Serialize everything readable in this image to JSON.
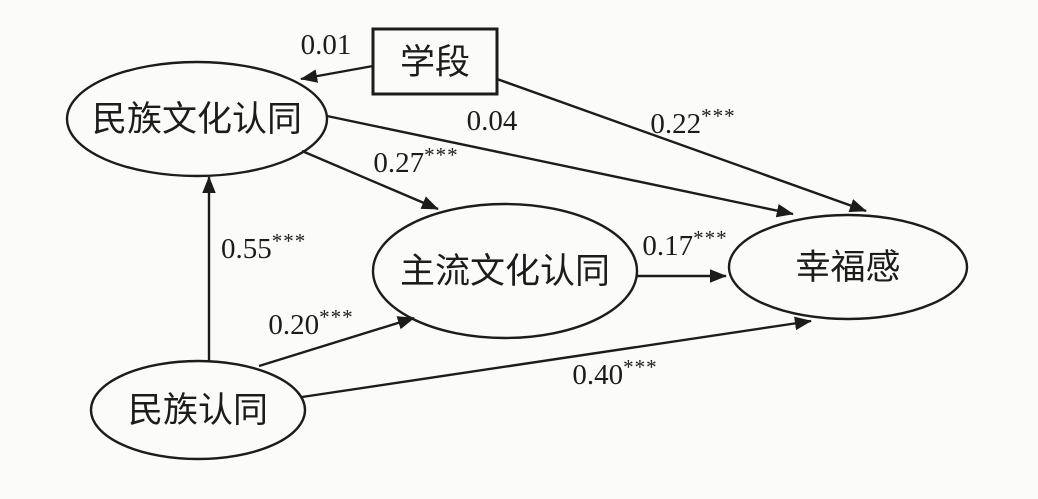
{
  "diagram": {
    "title": "mediation-path-model",
    "background_color": "#fbfbfa",
    "line_color": "#1c1c1c",
    "nodes": [
      {
        "id": "school-stage",
        "label": "学段",
        "shape": "rectangle"
      },
      {
        "id": "ethnic-cultural-identity",
        "label": "民族文化认同",
        "shape": "ellipse"
      },
      {
        "id": "mainstream-cultural-identity",
        "label": "主流文化认同",
        "shape": "ellipse"
      },
      {
        "id": "wellbeing",
        "label": "幸福感",
        "shape": "ellipse"
      },
      {
        "id": "ethnic-identity",
        "label": "民族认同",
        "shape": "ellipse"
      }
    ],
    "edges": [
      {
        "from": "学段",
        "to": "民族文化认同",
        "coefficient": "0.01",
        "significance": ""
      },
      {
        "from": "学段",
        "to": "幸福感",
        "coefficient": "0.22",
        "significance": "***"
      },
      {
        "from": "民族文化认同",
        "to": "幸福感",
        "coefficient": "0.04",
        "significance": ""
      },
      {
        "from": "民族文化认同",
        "to": "主流文化认同",
        "coefficient": "0.27",
        "significance": "***"
      },
      {
        "from": "民族认同",
        "to": "民族文化认同",
        "coefficient": "0.55",
        "significance": "***"
      },
      {
        "from": "民族认同",
        "to": "主流文化认同",
        "coefficient": "0.20",
        "significance": "***"
      },
      {
        "from": "主流文化认同",
        "to": "幸福感",
        "coefficient": "0.17",
        "significance": "***"
      },
      {
        "from": "民族认同",
        "to": "幸福感",
        "coefficient": "0.40",
        "significance": "***"
      }
    ]
  }
}
